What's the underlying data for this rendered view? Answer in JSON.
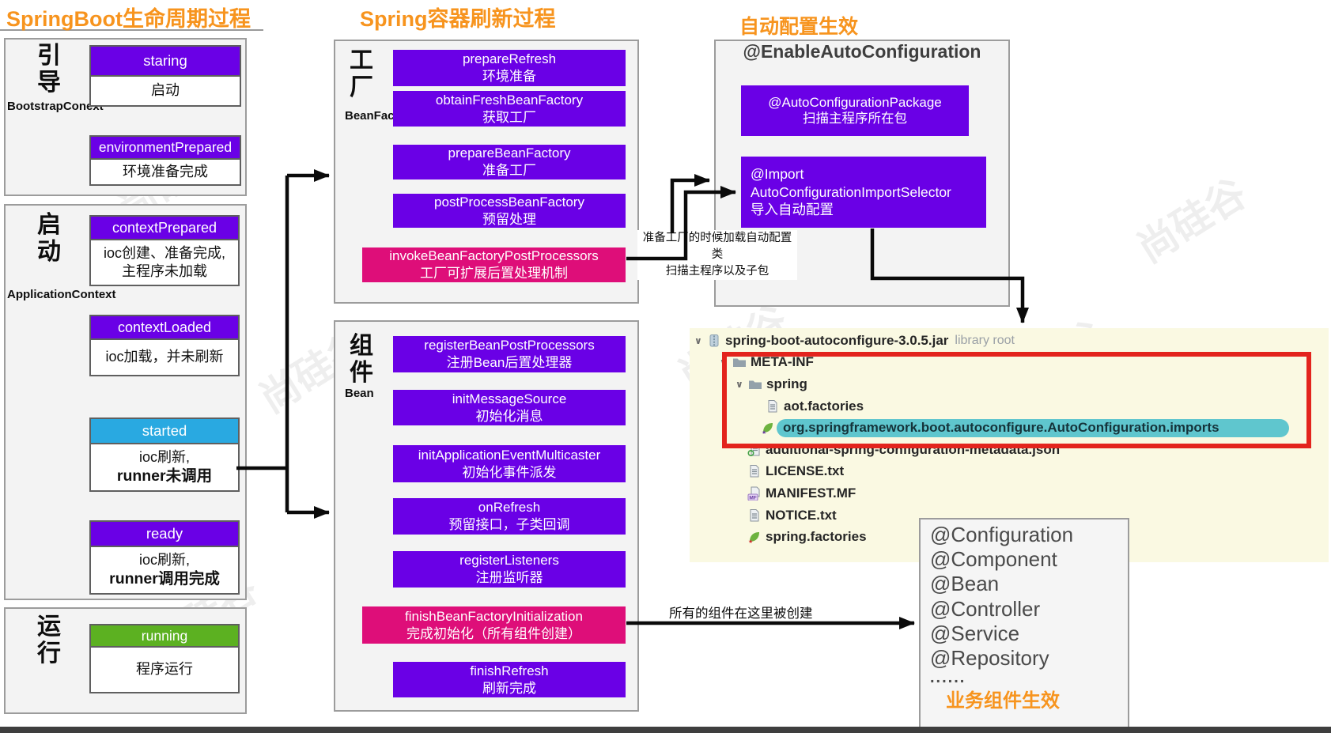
{
  "watermark": "尚硅谷",
  "icons": {
    "chevron_down": "∨",
    "mf_badge": "MF",
    "star": "★"
  },
  "colors": {
    "purple": "#6A00E6",
    "pink": "#DE0E79",
    "blue": "#29A9E1",
    "green": "#5CB121",
    "orange": "#F7941E",
    "red": "#E3241D",
    "highlight": "#5FC6CE"
  },
  "lifecycle": {
    "title": "SpringBoot生命周期过程",
    "sections": [
      {
        "label": "引\n导",
        "context": "BootstrapConext",
        "steps": [
          {
            "name": "staring",
            "desc_lines": [
              "启动"
            ]
          },
          {
            "name": "environmentPrepared",
            "desc_lines": [
              "环境准备完成"
            ]
          }
        ]
      },
      {
        "label": "启\n动",
        "context": "ApplicationContext",
        "steps": [
          {
            "name": "contextPrepared",
            "desc_lines": [
              "ioc创建、准备完成,",
              "主程序未加载"
            ]
          },
          {
            "name": "contextLoaded",
            "desc_lines": [
              "ioc加载，并未刷新"
            ]
          },
          {
            "name": "started",
            "desc_lines": [
              "ioc刷新,",
              "runner未调用"
            ]
          },
          {
            "name": "ready",
            "desc_lines": [
              "ioc刷新,",
              "runner调用完成"
            ]
          }
        ]
      },
      {
        "label": "运\n行",
        "context": "",
        "steps": [
          {
            "name": "running",
            "desc_lines": [
              "程序运行"
            ]
          }
        ]
      }
    ]
  },
  "refresh": {
    "title": "Spring容器刷新过程",
    "factory": {
      "label": "工\n厂",
      "sub": "BeanFactory",
      "steps": [
        {
          "en": "prepareRefresh",
          "zh": "环境准备"
        },
        {
          "en": "obtainFreshBeanFactory",
          "zh": "获取工厂"
        },
        {
          "en": "prepareBeanFactory",
          "zh": "准备工厂"
        },
        {
          "en": "postProcessBeanFactory",
          "zh": "预留处理"
        },
        {
          "en": "invokeBeanFactoryPostProcessors",
          "zh": "工厂可扩展后置处理机制"
        }
      ]
    },
    "bean": {
      "label": "组\n件",
      "sub": "Bean",
      "steps": [
        {
          "en": "registerBeanPostProcessors",
          "zh": "注册Bean后置处理器"
        },
        {
          "en": "initMessageSource",
          "zh": "初始化消息"
        },
        {
          "en": "initApplicationEventMulticaster",
          "zh": "初始化事件派发"
        },
        {
          "en": "onRefresh",
          "zh": "预留接口，子类回调"
        },
        {
          "en": "registerListeners",
          "zh": "注册监听器"
        },
        {
          "en": "finishBeanFactoryInitialization",
          "zh": "完成初始化（所有组件创建）"
        },
        {
          "en": "finishRefresh",
          "zh": "刷新完成"
        }
      ]
    }
  },
  "autoconfig": {
    "title": "自动配置生效",
    "heading": "@EnableAutoConfiguration",
    "package_box": {
      "en": "@AutoConfigurationPackage",
      "zh": "扫描主程序所在包"
    },
    "import_box": {
      "lines": [
        "@Import",
        "AutoConfigurationImportSelector",
        "导入自动配置"
      ]
    },
    "note_lines": [
      "准备工厂的时候加载自动配置类",
      "扫描主程序以及子包"
    ]
  },
  "tree": {
    "rows": [
      {
        "text": "spring-boot-autoconfigure-3.0.5.jar",
        "suffix": "library root"
      },
      {
        "text": "META-INF"
      },
      {
        "text": "spring"
      },
      {
        "text": "aot.factories"
      },
      {
        "text": "org.springframework.boot.autoconfigure.AutoConfiguration.imports"
      },
      {
        "text": "additional-spring-configuration-metadata.json"
      },
      {
        "text": "LICENSE.txt"
      },
      {
        "text": "MANIFEST.MF"
      },
      {
        "text": "NOTICE.txt"
      },
      {
        "text": "spring.factories"
      }
    ]
  },
  "business": {
    "annotations": [
      "@Configuration",
      "@Component",
      "@Bean",
      "@Controller",
      "@Service",
      "@Repository",
      "......"
    ],
    "title": "业务组件生效"
  },
  "notes": {
    "create": "所有的组件在这里被创建"
  }
}
